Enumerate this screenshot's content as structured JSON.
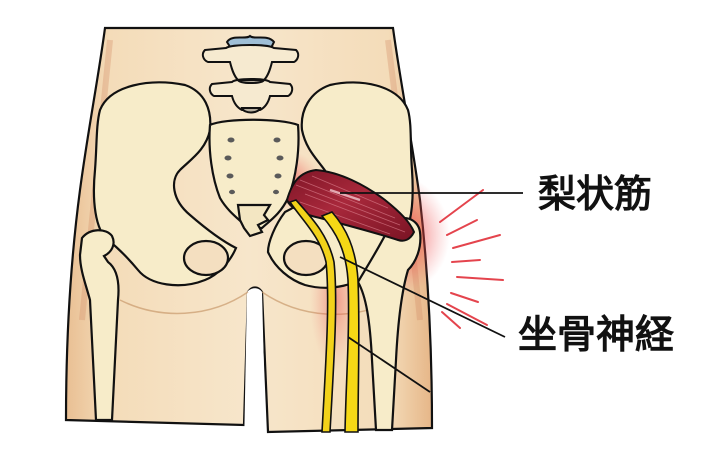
{
  "figure": {
    "subject": "Posterior view of pelvis and hip showing piriformis syndrome",
    "colors": {
      "background": "#ffffff",
      "skin": "#f3dcb8",
      "skin_shadow": "#e4b98a",
      "bone": "#f7ecc9",
      "bone_outline": "#111111",
      "muscle": "#9c1f33",
      "muscle_highlight": "#c84a5a",
      "nerve": "#f2d21a",
      "inflammation": "#e8202a",
      "disc": "#9fbfd6",
      "leader_line": "#111111",
      "label_text": "#111111"
    }
  },
  "labels": [
    {
      "id": "piriformis",
      "text": "梨状筋",
      "meaning": "piriformis muscle"
    },
    {
      "id": "sciatic_nerve",
      "text": "坐骨神経",
      "meaning": "sciatic nerve"
    }
  ],
  "icons": {
    "pain_burst": "red radiating strokes indicating pain"
  }
}
